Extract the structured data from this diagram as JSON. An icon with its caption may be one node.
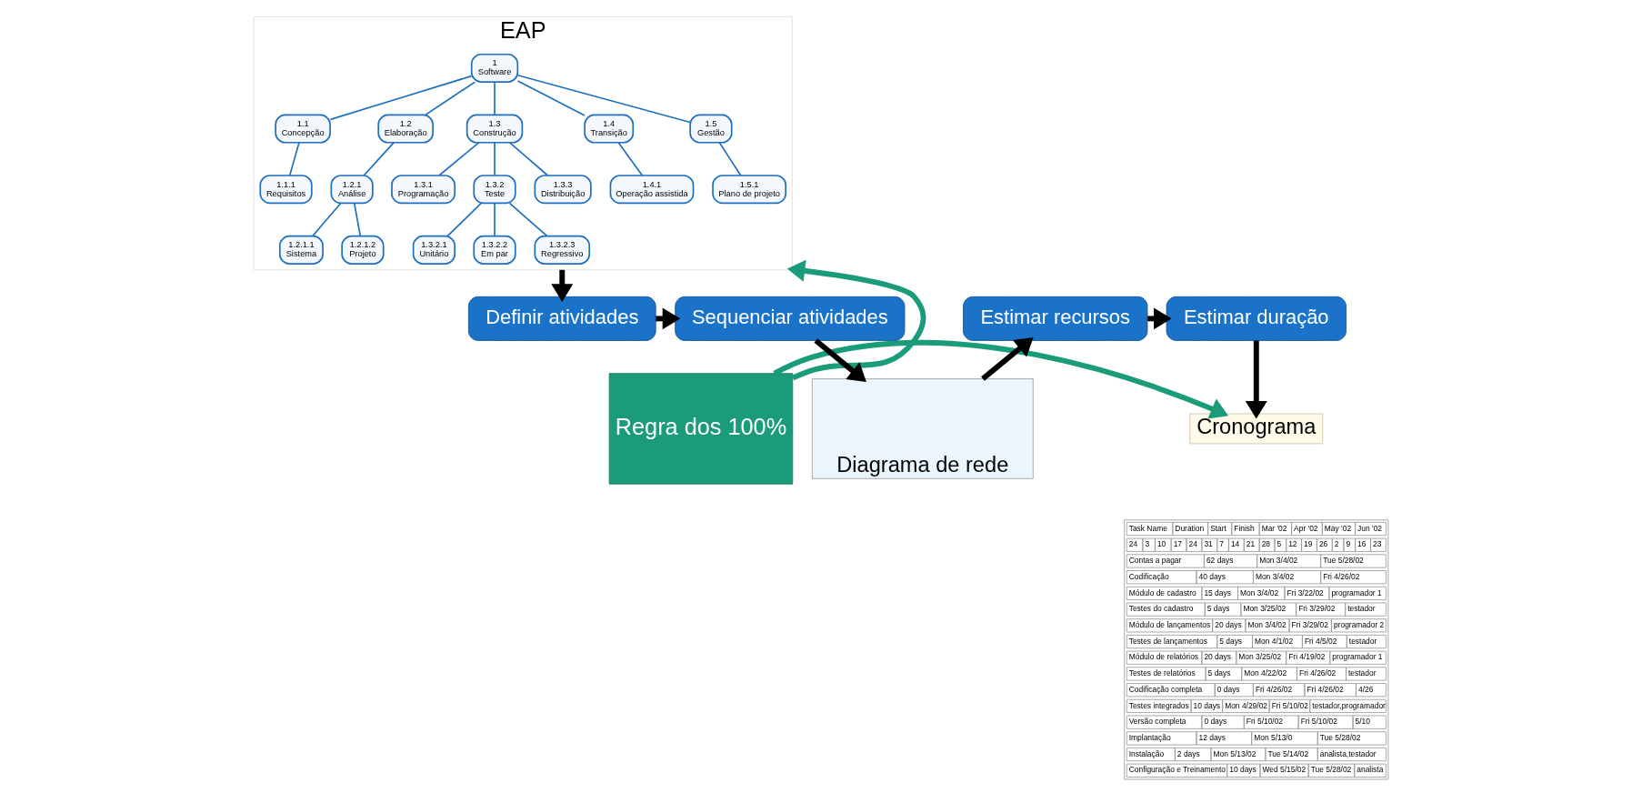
{
  "diagram": {
    "nodes": [
      {
        "text": [
          "EAP"
        ]
      },
      {
        "text": [
          "1",
          "Software"
        ],
        "in": 0
      },
      {
        "text": [
          "1.1",
          "Concepção"
        ],
        "in": 0
      },
      {
        "text": [
          "1.2",
          "Elaboração"
        ],
        "in": 0
      },
      {
        "text": [
          "1.3",
          "Construção"
        ],
        "in": 0
      },
      {
        "text": [
          "1.4",
          "Transição"
        ],
        "in": 0
      },
      {
        "text": [
          "1.5",
          "Gestão"
        ],
        "in": 0
      },
      {
        "text": [
          "1.1.1",
          "Requisitos"
        ],
        "in": 0
      },
      {
        "text": [
          "1.2.1",
          "Análise"
        ],
        "in": 0
      },
      {
        "text": [
          "1.3.1",
          "Programação"
        ],
        "in": 0
      },
      {
        "text": [
          "1.3.2",
          "Teste"
        ],
        "in": 0
      },
      {
        "text": [
          "1.3.3",
          "Distribuição"
        ],
        "in": 0
      },
      {
        "text": [
          "1.4.1",
          "Operação assistida"
        ],
        "in": 0
      },
      {
        "text": [
          "1.5.1",
          "Plano de projeto"
        ],
        "in": 0
      },
      {
        "text": [
          "1.2.1.1",
          "Sistema"
        ],
        "in": 0
      },
      {
        "text": [
          "1.2.1.2",
          "Projeto"
        ],
        "in": 0
      },
      {
        "text": [
          "1.3.2.1",
          "Unitário"
        ],
        "in": 0
      },
      {
        "text": [
          "1.3.2.2",
          "Em par"
        ],
        "in": 0
      },
      {
        "text": [
          "1.3.2.3",
          "Regressivo"
        ],
        "in": 0
      },
      {
        "text": [
          "Regra dos 100%"
        ]
      },
      {
        "text": [
          "Cronograma"
        ]
      },
      {
        "text": [
          "Definir atividades"
        ]
      },
      {
        "text": [
          "Sequenciar atividades"
        ]
      },
      {
        "text": [
          "Estimar recursos"
        ]
      },
      {
        "text": [
          "Estimar duração"
        ]
      },
      {
        "text": [
          "Diagrama de rede"
        ]
      }
    ],
    "edges": [
      {
        "from": 1,
        "to": 2,
        "arrow": "none"
      },
      {
        "from": 1,
        "to": 3,
        "arrow": "none"
      },
      {
        "from": 1,
        "to": 4,
        "arrow": "none"
      },
      {
        "from": 1,
        "to": 5,
        "arrow": "none"
      },
      {
        "from": 1,
        "to": 6,
        "arrow": "none"
      },
      {
        "from": 2,
        "to": 7,
        "arrow": "none"
      },
      {
        "from": 3,
        "to": 8,
        "arrow": "none"
      },
      {
        "from": 4,
        "to": 9,
        "arrow": "none"
      },
      {
        "from": 4,
        "to": 10,
        "arrow": "none"
      },
      {
        "from": 4,
        "to": 11,
        "arrow": "none"
      },
      {
        "from": 5,
        "to": 12,
        "arrow": "none"
      },
      {
        "from": 6,
        "to": 13,
        "arrow": "none"
      },
      {
        "from": 8,
        "to": 14,
        "arrow": "none"
      },
      {
        "from": 8,
        "to": 15,
        "arrow": "none"
      },
      {
        "from": 10,
        "to": 16,
        "arrow": "none"
      },
      {
        "from": 10,
        "to": 17,
        "arrow": "none"
      },
      {
        "from": 10,
        "to": 18,
        "arrow": "none"
      },
      {
        "from": 19,
        "to": 0,
        "arrow": "to",
        "style": "thick",
        "color": "#1a9b7a"
      },
      {
        "from": 19,
        "to": 20,
        "arrow": "to",
        "style": "thick",
        "color": "#1a9b7a"
      },
      {
        "from": 0,
        "to": 21,
        "arrow": "to",
        "style": "thick",
        "color": "#000000"
      },
      {
        "from": 21,
        "to": 22,
        "arrow": "to",
        "style": "thick",
        "color": "#000000"
      },
      {
        "from": 22,
        "to": 25,
        "arrow": "to",
        "style": "thick",
        "color": "#000000"
      },
      {
        "from": 25,
        "to": 23,
        "arrow": "to",
        "style": "thick",
        "color": "#000000"
      },
      {
        "from": 23,
        "to": 24,
        "arrow": "to",
        "style": "thick",
        "color": "#000000"
      },
      {
        "from": 24,
        "to": 20,
        "arrow": "to",
        "style": "thick",
        "color": "#000000"
      }
    ],
    "labels": [
      "Task Name",
      "Duration",
      "Start",
      "Finish",
      "Mar '02",
      "Apr '02",
      "May '02",
      "Jun '02",
      "24",
      "3",
      "10",
      "17",
      "24",
      "31",
      "7",
      "14",
      "21",
      "28",
      "5",
      "12",
      "19",
      "26",
      "2",
      "9",
      "16",
      "23",
      "Contas a pagar",
      "62 days",
      "Mon 3/4/02",
      "Tue 5/28/02",
      "Codificação",
      "40 days",
      "Mon 3/4/02",
      "Fri 4/26/02",
      "Módulo de cadastro",
      "15 days",
      "Mon 3/4/02",
      "Fri 3/22/02",
      "programador 1",
      "Testes do cadastro",
      "5 days",
      "Mon 3/25/02",
      "Fri 3/29/02",
      "testador",
      "Módulo de lançamentos",
      "20 days",
      "Mon 3/4/02",
      "Fri 3/29/02",
      "programador 2",
      "Testes de lançamentos",
      "5 days",
      "Mon 4/1/02",
      "Fri 4/5/02",
      "testador",
      "Módulo de relatórios",
      "20 days",
      "Mon 3/25/02",
      "Fri 4/19/02",
      "programador 1",
      "Testes de relatórios",
      "5 days",
      "Mon 4/22/02",
      "Fri 4/26/02",
      "testador",
      "Codificação completa",
      "0 days",
      "Fri 4/26/02",
      "Fri 4/26/02",
      "4/26",
      "Testes integrados",
      "10 days",
      "Mon 4/29/02",
      "Fri 5/10/02",
      "testador,programador",
      "Versão completa",
      "0 days",
      "Fri 5/10/02",
      "Fri 5/10/02",
      "5/10",
      "Implantação",
      "12 days",
      "Mon 5/13/0",
      "Tue 5/28/02",
      "Instalação",
      "2 days",
      "Mon 5/13/02",
      "Tue 5/14/02",
      "analista,testador",
      "Configuração e Treinamento",
      "10 days",
      "Wed 5/15/02",
      "Tue 5/28/02",
      "analista"
    ]
  }
}
